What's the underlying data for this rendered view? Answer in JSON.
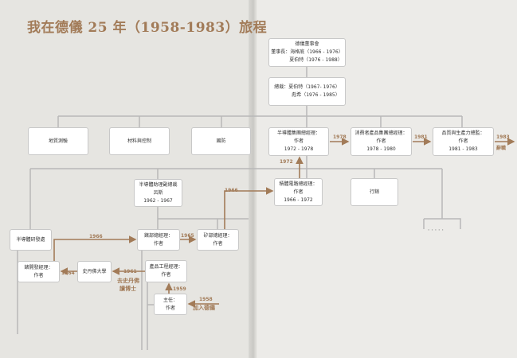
{
  "title": "我在德儀 25 年（1958-1983）旅程",
  "boxes": {
    "geo": "地質測驗",
    "materials": "材料與控制",
    "defense": "國防",
    "board": {
      "l1": "德儀董事會",
      "l2": "董事長：海格底（1966 - 1976）",
      "l3": "夏伯特（1976 - 1988）"
    },
    "president": {
      "l1": "總裁：夏伯特（1967- 1976）",
      "l2": "彪希（1976 - 1985）"
    },
    "semi_group": {
      "l1": "半導體集團總經理：",
      "l2": "作者",
      "l3": "1972 - 1978"
    },
    "consumer": {
      "l1": "消費者產品集團總經理：",
      "l2": "作者",
      "l3": "1978 - 1980"
    },
    "quality": {
      "l1": "品質與生產力總監：",
      "l2": "作者",
      "l3": "1981 - 1983"
    },
    "ic": {
      "l1": "積體電路總經理：",
      "l2": "作者",
      "l3": "1966 - 1972"
    },
    "marketing": "行銷",
    "semi_avp": {
      "l1": "半導體助理副總裁",
      "l2": "呂斯",
      "l3": "1962 - 1967"
    },
    "semi_rd": "半導體研發處",
    "ge_dept": {
      "l1": "鍺部總經理：",
      "l2": "作者"
    },
    "si_dept": {
      "l1": "矽部總經理：",
      "l2": "作者"
    },
    "ge_dev": {
      "l1": "鍺開發經理：",
      "l2": "作者"
    },
    "stanford": "史丹佛大學",
    "prod_eng": {
      "l1": "產品工程經理：",
      "l2": "作者"
    },
    "supervisor": {
      "l1": "主任：",
      "l2": "作者"
    }
  },
  "arrows": {
    "y1978": "1978",
    "y1981": "1981",
    "y1983": "1983",
    "resign": "辭職",
    "y1972": "1972",
    "y1966a": "1966",
    "y1966b": "1966",
    "y1965": "1965",
    "y1964": "1964",
    "y1961": "1961",
    "phd": "去史丹佛\n讀博士",
    "phd1": "去史丹佛",
    "phd2": "讀博士",
    "y1959": "1959",
    "y1958": "1958",
    "join": "加入德儀"
  },
  "ellipsis": "· · · · ·",
  "colors": {
    "accent": "#a27b58",
    "line": "#b5b5b5"
  }
}
